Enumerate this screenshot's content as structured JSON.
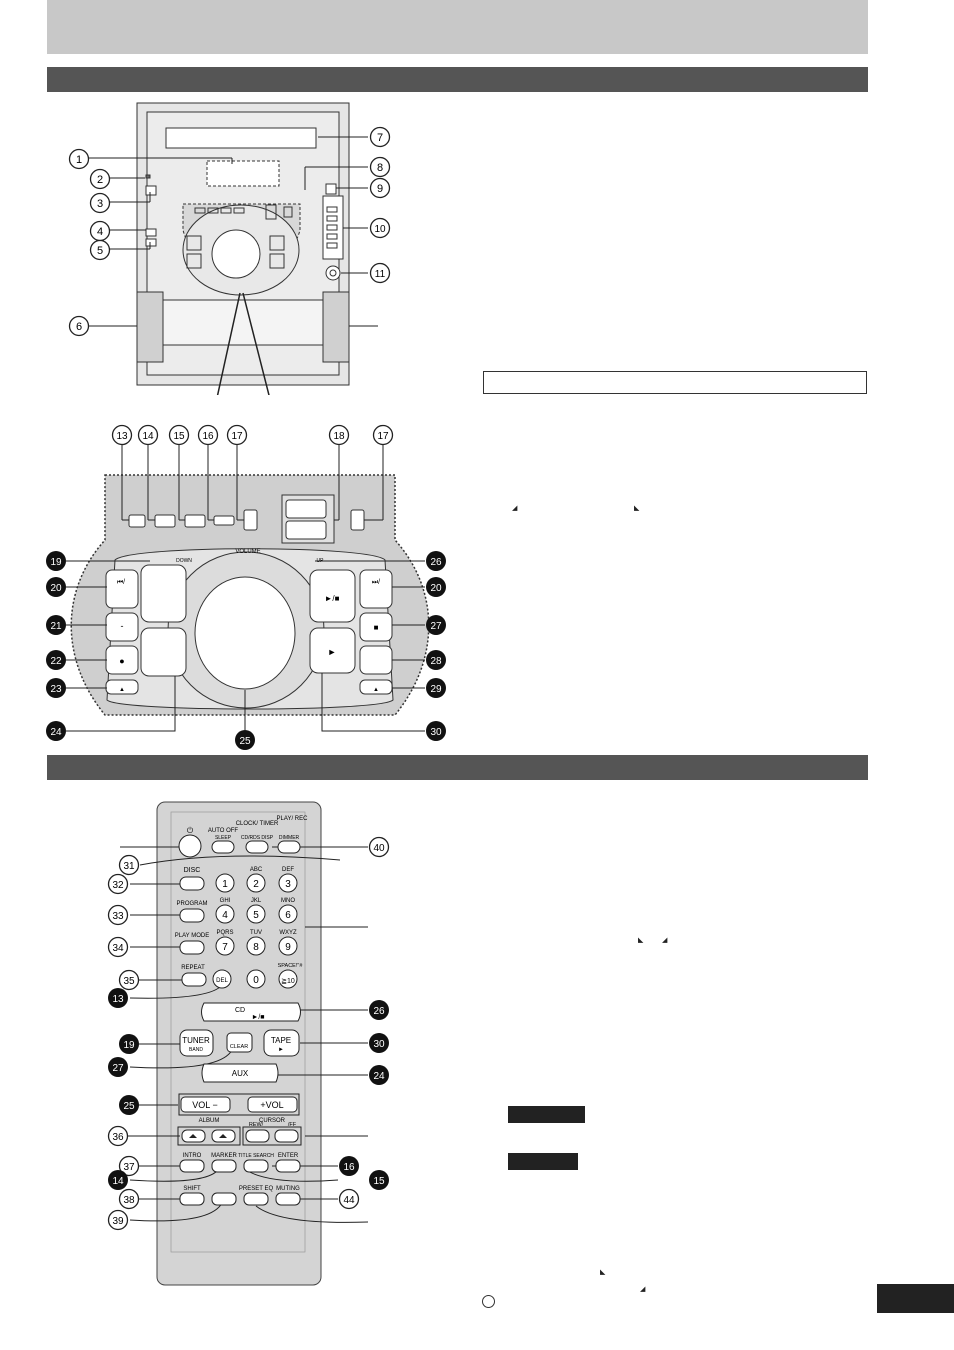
{
  "main_unit": {
    "callouts": [
      "1",
      "2",
      "3",
      "4",
      "5",
      "6",
      "7",
      "8",
      "9",
      "10",
      "11"
    ]
  },
  "control_panel": {
    "labels": {
      "volume": "VOLUME",
      "down": "DOWN",
      "up": "UP",
      "skip_back": "⏮/",
      "skip_fwd": "⏭/",
      "play_pause": "►/■",
      "stop": "■",
      "play": "►",
      "record": "●",
      "eject": "▲",
      "dash": "-"
    },
    "callouts": [
      "13",
      "14",
      "15",
      "16",
      "17",
      "18",
      "17",
      "19",
      "20",
      "21",
      "22",
      "23",
      "24",
      "25",
      "26",
      "20",
      "27",
      "28",
      "29",
      "30"
    ]
  },
  "remote": {
    "buttons": {
      "power": "⏻",
      "auto_off": "AUTO OFF",
      "sleep": "SLEEP",
      "clock_timer": "CLOCK/ TIMER",
      "cd_rds_disp": "CD/RDS DISP",
      "play_rec": "PLAY/ REC",
      "dimmer": "DIMMER",
      "disc": "DISC",
      "program": "PROGRAM",
      "play_mode": "PLAY MODE",
      "repeat": "REPEAT",
      "del": "DEL",
      "cd": "CD",
      "cd_sym": "►/■",
      "tuner": "TUNER",
      "band": "BAND",
      "clear": "CLEAR",
      "tape": "TAPE",
      "tape_sym": "►",
      "aux": "AUX",
      "vol_minus": "VOL −",
      "vol_plus": "+VOL",
      "album": "ALBUM",
      "cursor": "CURSOR",
      "rew": "REW/",
      "ff": "/FF",
      "intro": "INTRO",
      "marker": "MARKER",
      "title_search": "TITLE SEARCH",
      "enter": "ENTER",
      "shift": "SHIFT",
      "preset_eq": "PRESET EQ",
      "muting": "MUTING"
    },
    "keypad": [
      {
        "num": "1",
        "letters": ""
      },
      {
        "num": "2",
        "letters": "ABC"
      },
      {
        "num": "3",
        "letters": "DEF"
      },
      {
        "num": "4",
        "letters": "GHI"
      },
      {
        "num": "5",
        "letters": "JKL"
      },
      {
        "num": "6",
        "letters": "MNO"
      },
      {
        "num": "7",
        "letters": "PQRS"
      },
      {
        "num": "8",
        "letters": "TUV"
      },
      {
        "num": "9",
        "letters": "WXYZ"
      },
      {
        "num": "0",
        "letters": ""
      },
      {
        "num": "≧10",
        "letters": "SPACE!\"#"
      }
    ],
    "callouts": [
      "31",
      "32",
      "33",
      "34",
      "35",
      "13",
      "19",
      "27",
      "25",
      "36",
      "37",
      "14",
      "38",
      "39",
      "40",
      "26",
      "30",
      "24",
      "16",
      "15",
      "44"
    ]
  }
}
